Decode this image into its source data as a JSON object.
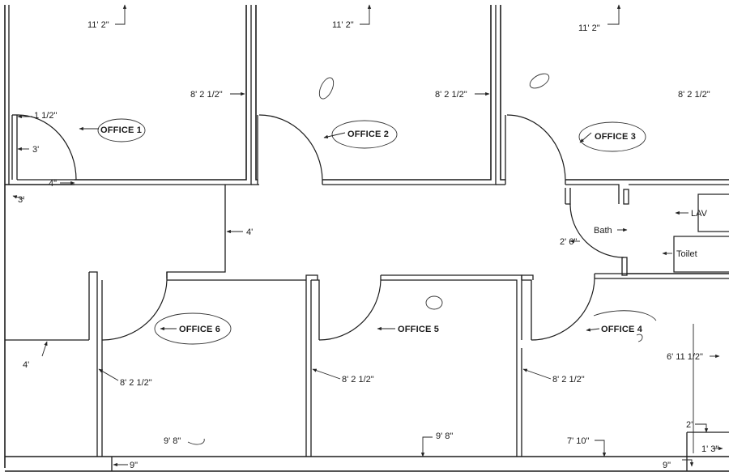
{
  "rooms": {
    "office1": "OFFICE 1",
    "office2": "OFFICE 2",
    "office3": "OFFICE 3",
    "office4": "OFFICE 4",
    "office5": "OFFICE 5",
    "office6": "OFFICE 6",
    "bath": "Bath",
    "lav": "LAV",
    "toilet": "Toilet"
  },
  "dimensions": {
    "top_office1_width": "11' 2\"",
    "top_office2_width": "11' 2\"",
    "top_office3_width": "11' 2\"",
    "office1_depth": "8' 2 1/2\"",
    "office2_depth": "8' 2 1/2\"",
    "office3_depth": "8' 2 1/2\"",
    "office1_jamb": "1 1/2\"",
    "office1_door": "3'",
    "office1_wall": "4\"",
    "corridor_left": "3'",
    "corridor_width": "4'",
    "bath_door": "2' 6\"",
    "left_stub": "4'",
    "office6_depth": "8' 2 1/2\"",
    "office5_depth": "8' 2 1/2\"",
    "office4_depth": "8' 2 1/2\"",
    "office4_side": "6' 11 1/2\"",
    "office6_width": "9' 8\"",
    "office5_width": "9' 8\"",
    "office4_width": "7' 10\"",
    "bottom_left": "9\"",
    "bottom_right": "9\"",
    "corner_a": "2'",
    "corner_b": "1' 3\""
  }
}
